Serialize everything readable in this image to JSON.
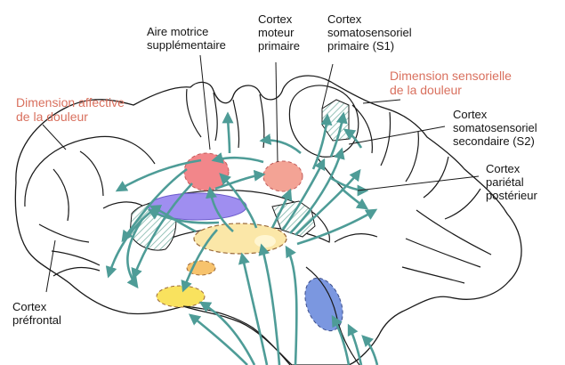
{
  "labels": {
    "aire_motrice": [
      "Aire motrice",
      "supplémentaire"
    ],
    "cortex_moteur": [
      "Cortex",
      "moteur",
      "primaire"
    ],
    "cortex_s1": [
      "Cortex",
      "somatosensoriel",
      "primaire (S1)"
    ],
    "dimension_sensorielle": [
      "Dimension sensorielle",
      "de la douleur"
    ],
    "dimension_affective": [
      "Dimension affective",
      "de la douleur"
    ],
    "cortex_s2": [
      "Cortex",
      "somatosensoriel",
      "secondaire (S2)"
    ],
    "cortex_parietal": [
      "Cortex",
      "pariétal",
      "postérieur"
    ],
    "cortex_prefrontal": [
      "Cortex",
      "préfrontal"
    ]
  },
  "colors": {
    "outline": "#1a1a1a",
    "arrow": "#4e9c97",
    "hatch": "#7fb5a9",
    "red_label": "#d9705e",
    "region_red": "#f2868a",
    "region_salmon": "#f3a395",
    "region_purple": "#9f8ef0",
    "region_yellow_pale": "#fbe7a8",
    "region_orange": "#f7c36d",
    "region_yellow": "#f9e25e",
    "region_blue": "#7b97e0"
  }
}
